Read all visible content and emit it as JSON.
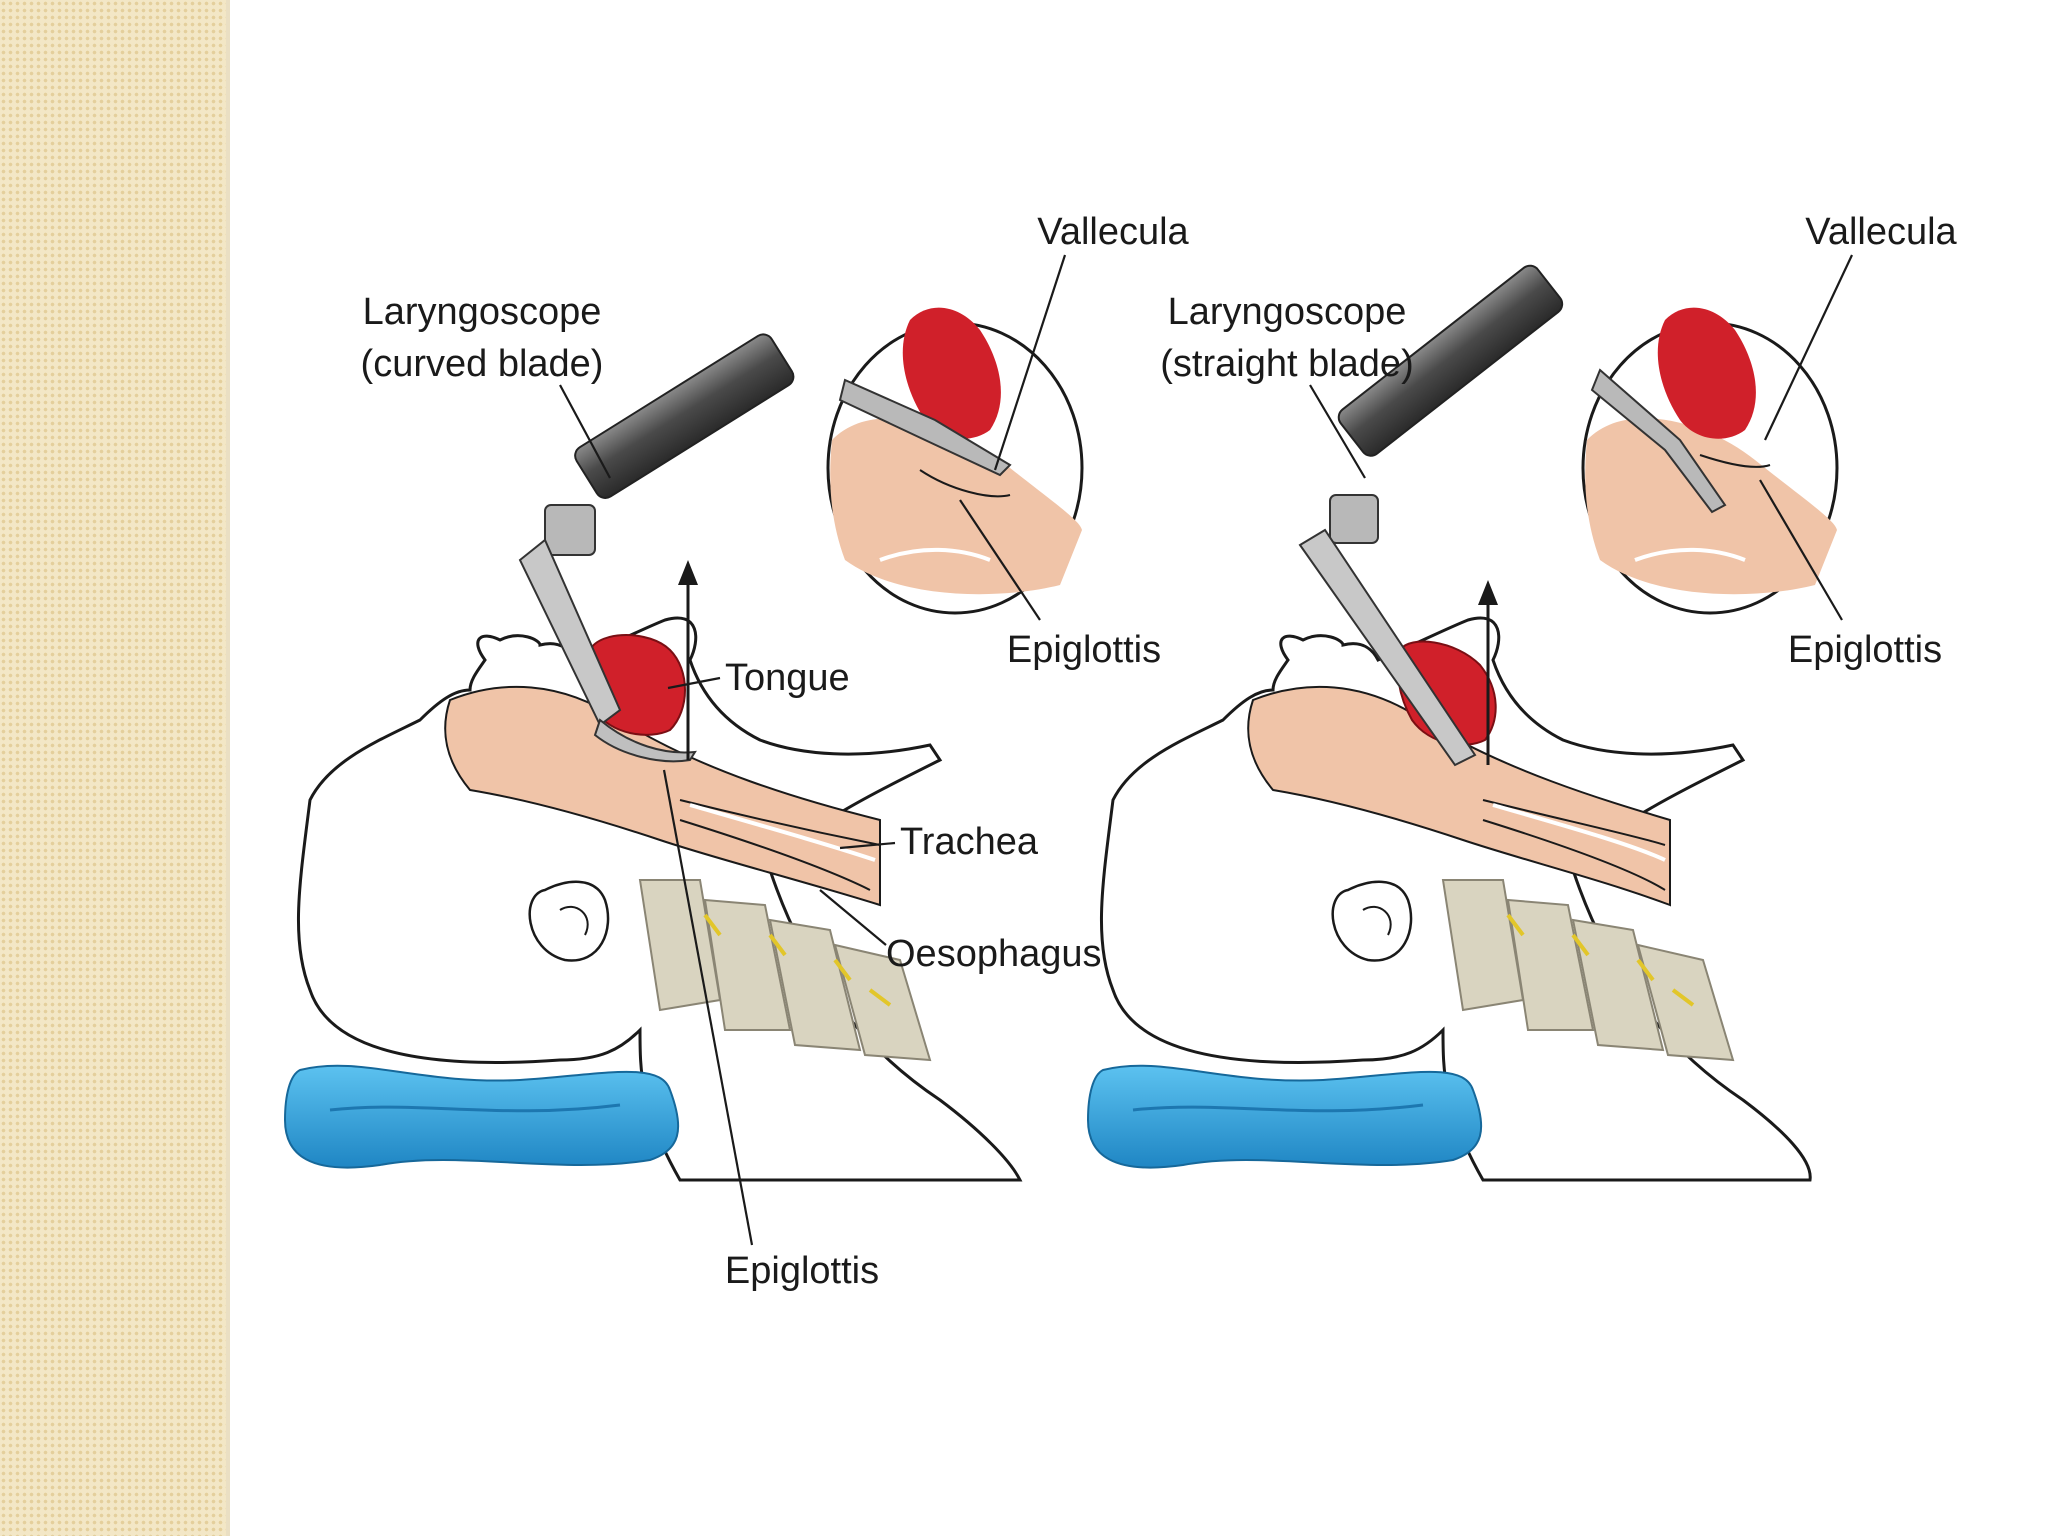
{
  "colors": {
    "sidebar": "#f3e7c6",
    "tongue": "#d0202a",
    "skin": "#f0c4a8",
    "pillow": "#3aa9e0",
    "scope": "#5c5c5c",
    "vertebra": "#d9d4c0",
    "disc": "#e2c62a"
  },
  "left_panel": {
    "scope_label_line1": "Laryngoscope",
    "scope_label_line2": "(curved blade)",
    "vallecula": "Vallecula",
    "epiglottis_inset": "Epiglottis",
    "tongue": "Tongue",
    "trachea": "Trachea",
    "oesophagus": "Oesophagus",
    "epiglottis_main": "Epiglottis"
  },
  "right_panel": {
    "scope_label_line1": "Laryngoscope",
    "scope_label_line2": "(straight blade)",
    "vallecula": "Vallecula",
    "epiglottis_inset": "Epiglottis"
  }
}
